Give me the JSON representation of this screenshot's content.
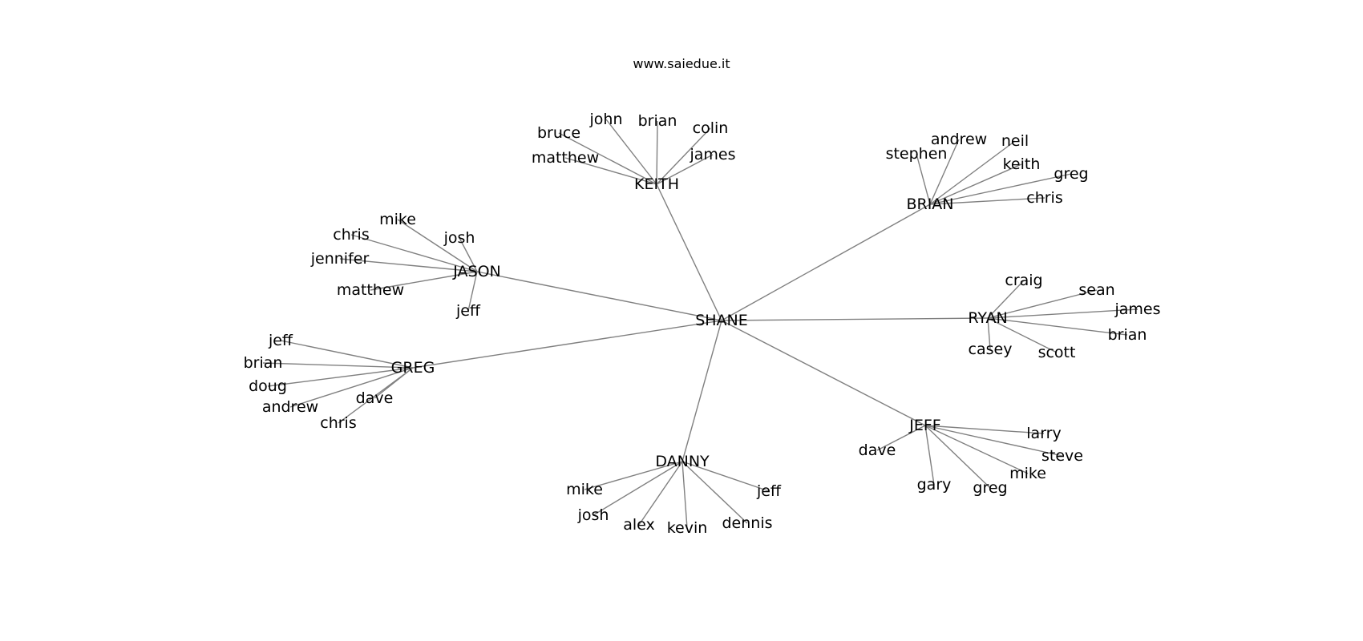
{
  "page": {
    "title": "www.saiedue.it"
  },
  "graph": {
    "center": "SHANE",
    "hubs": [
      {
        "name": "KEITH",
        "friends": [
          "bruce",
          "john",
          "brian",
          "colin",
          "matthew",
          "james"
        ]
      },
      {
        "name": "BRIAN",
        "friends": [
          "stephen",
          "andrew",
          "neil",
          "keith",
          "greg",
          "chris"
        ]
      },
      {
        "name": "JASON",
        "friends": [
          "mike",
          "chris",
          "josh",
          "jennifer",
          "matthew",
          "jeff"
        ]
      },
      {
        "name": "RYAN",
        "friends": [
          "craig",
          "sean",
          "james",
          "brian",
          "casey",
          "scott"
        ]
      },
      {
        "name": "GREG",
        "friends": [
          "jeff",
          "brian",
          "doug",
          "andrew",
          "dave",
          "chris"
        ]
      },
      {
        "name": "JEFF",
        "friends": [
          "larry",
          "dave",
          "steve",
          "mike",
          "gary",
          "greg"
        ]
      },
      {
        "name": "DANNY",
        "friends": [
          "mike",
          "jeff",
          "josh",
          "alex",
          "kevin",
          "dennis"
        ]
      }
    ]
  }
}
